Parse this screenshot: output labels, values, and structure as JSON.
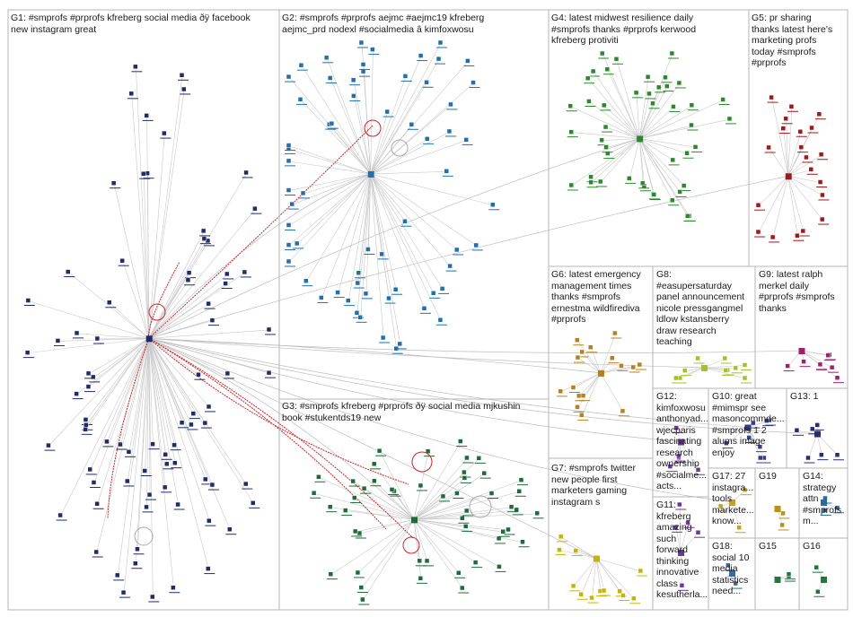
{
  "panels": [
    {
      "id": "G1",
      "label": "G1: #smprofs #prprofs kfreberg social media ðÿ facebook\nnew instagram great",
      "color": "#1f2b6b"
    },
    {
      "id": "G2",
      "label": "G2: #smprofs #prprofs aejmc #aejmc19 kfreberg\naejmc_prd nodexl #socialmedia â kimfoxwosu",
      "color": "#1f6fb2"
    },
    {
      "id": "G3",
      "label": "G3: #smprofs kfreberg #prprofs ðÿ social media mjkushin\nbook #stukentds19 new",
      "color": "#1d6b3a"
    },
    {
      "id": "G4",
      "label": "G4: latest midwest resilience daily\n#smprofs thanks #prprofs kerwood\nkfreberg protiviti",
      "color": "#2a8a2a"
    },
    {
      "id": "G5",
      "label": "G5: pr sharing\nthanks latest here's\nmarketing profs\ntoday #smprofs\n#prprofs",
      "color": "#a01818"
    },
    {
      "id": "G6",
      "label": "G6: latest emergency\nmanagement times\nthanks #smprofs\nernestma wildfirediva\n#prprofs",
      "color": "#b8801a"
    },
    {
      "id": "G7",
      "label": "G7: #smprofs twitter\nnew people first\nmarketers gaming\ninstagram s",
      "color": "#c8b400"
    },
    {
      "id": "G8",
      "label": "G8:\n#easupersaturday\npanel announcement\nnicole pressgangmel\nldlow kstansberry\ndraw research\nteaching",
      "color": "#a8c020"
    },
    {
      "id": "G9",
      "label": "G9: latest ralph\nmerkel daily\n#prprofs #smprofs\nthanks",
      "color": "#a0206a"
    },
    {
      "id": "G10",
      "label": "G10: great\n#mimspr see\nmasoncommde...\n#smprofs 1 2\nalums image\nenjoy",
      "color": "#3a3a8a"
    },
    {
      "id": "G11",
      "label": "G11:\nkfreberg\namazing\nsuch\nforward\nthinking\ninnovative\nclass\nkesutherla...",
      "color": "#6a3a9a"
    },
    {
      "id": "G12",
      "label": "G12:\nkimfoxwosu\nanthonyad...\nwjecparis\nfascinating\nresearch\nownership\n#socialme...\nacts...",
      "color": "#6a3a9a"
    },
    {
      "id": "G13",
      "label": "G13: 1",
      "color": "#2a2a7a"
    },
    {
      "id": "G14",
      "label": "G14:\nstrategy\nattn\n#smprofs\nm...",
      "color": "#2a6aa0"
    },
    {
      "id": "G15",
      "label": "G15",
      "color": "#1d7a3a"
    },
    {
      "id": "G16",
      "label": "G16",
      "color": "#1d7a3a"
    },
    {
      "id": "G17",
      "label": "G17: 27\ninstagra...\ntools\nmarkete...\nknow...",
      "color": "#c8a020"
    },
    {
      "id": "G18",
      "label": "G18:\nsocial 10\nmedia\nstatistics\nneed...",
      "color": "#3a6aa0"
    },
    {
      "id": "G19",
      "label": "G19",
      "color": "#b8901a"
    }
  ]
}
